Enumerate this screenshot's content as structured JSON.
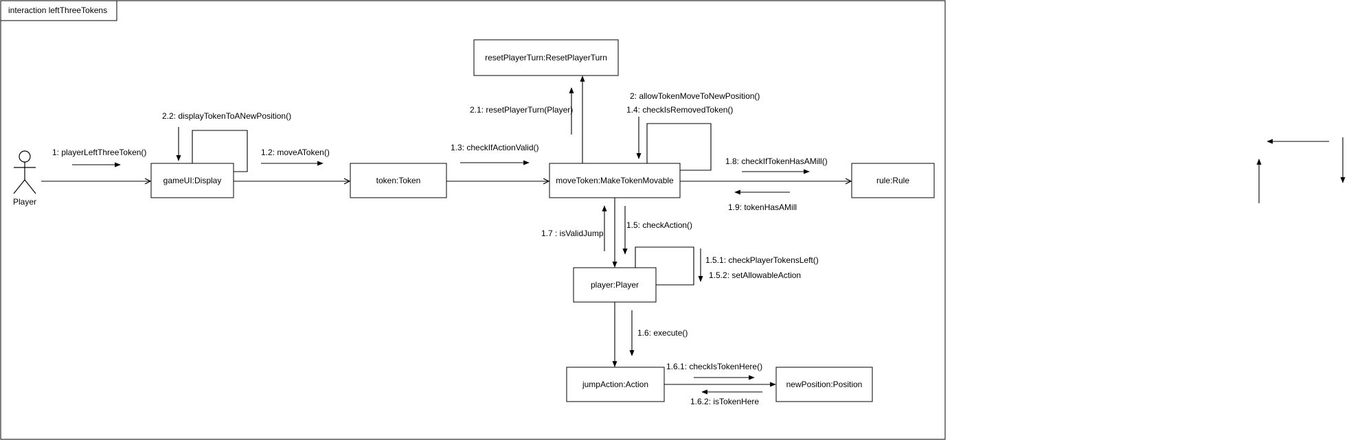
{
  "frame": {
    "title": "interaction leftThreeTokens"
  },
  "actor": {
    "name": "Player"
  },
  "objects": {
    "display": "gameUI:Display",
    "token": "token:Token",
    "move": "moveToken:MakeTokenMovable",
    "reset": "resetPlayerTurn:ResetPlayerTurn",
    "rule": "rule:Rule",
    "player": "player:Player",
    "action": "jumpAction:Action",
    "position": "newPosition:Position"
  },
  "messages": {
    "m1": "1: playerLeftThreeToken()",
    "m2_2": "2.2: displayTokenToANewPosition()",
    "m1_2": "1.2: moveAToken()",
    "m1_3": "1.3: checkIfActionValid()",
    "m2_1": "2.1: resetPlayerTurn(Player)",
    "m2": "2: allowTokenMoveToNewPosition()",
    "m1_4": "1.4: checkIsRemovedToken()",
    "m1_8": "1.8: checkIfTokenHasAMill()",
    "m1_9": "1.9: tokenHasAMill",
    "m1_7": "1.7 : isValidJump",
    "m1_5": "1.5: checkAction()",
    "m1_5_1": "1.5.1: checkPlayerTokensLeft()",
    "m1_5_2": "1.5.2: setAllowableAction",
    "m1_6": "1.6: execute()",
    "m1_6_1": "1.6.1: checkIsTokenHere()",
    "m1_6_2": "1.6.2: isTokenHere"
  }
}
